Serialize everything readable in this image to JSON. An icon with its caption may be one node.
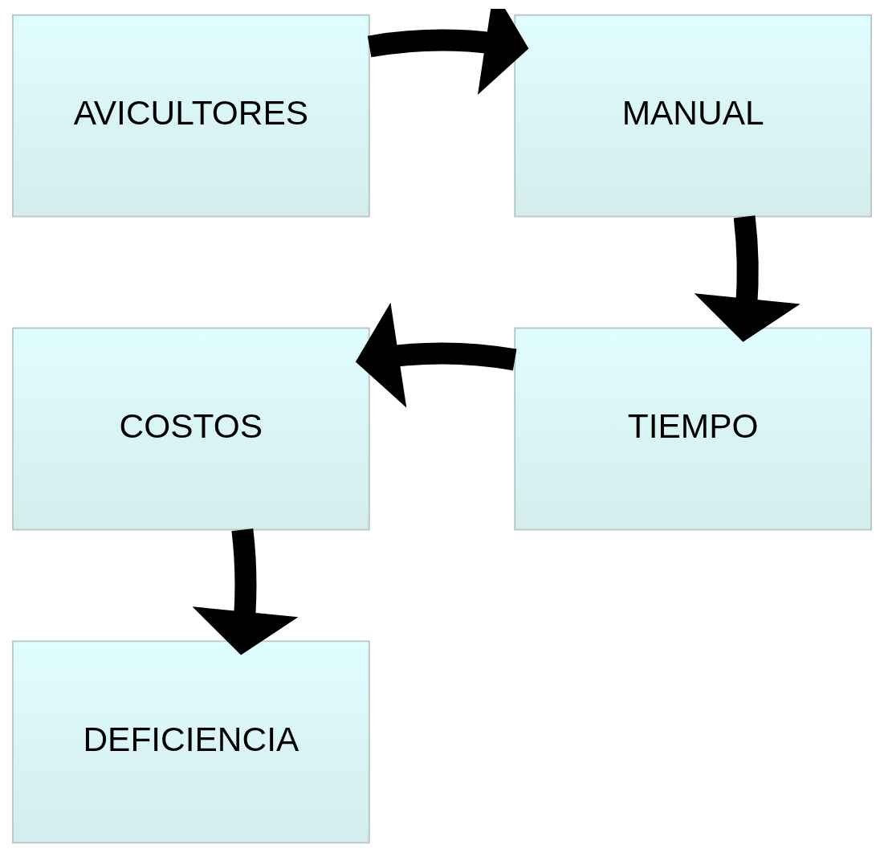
{
  "diagram": {
    "nodes": [
      {
        "text": [
          "AVICULTORES"
        ]
      },
      {
        "text": [
          "MANUAL"
        ]
      },
      {
        "text": [
          "TIEMPO"
        ]
      },
      {
        "text": [
          "COSTOS"
        ]
      },
      {
        "text": [
          "DEFICIENCIA"
        ]
      }
    ],
    "edges": [
      {
        "from": 0,
        "to": 1,
        "arrow": "to"
      },
      {
        "from": 1,
        "to": 2,
        "arrow": "to"
      },
      {
        "from": 2,
        "to": 3,
        "arrow": "to"
      },
      {
        "from": 3,
        "to": 4,
        "arrow": "to"
      }
    ]
  }
}
